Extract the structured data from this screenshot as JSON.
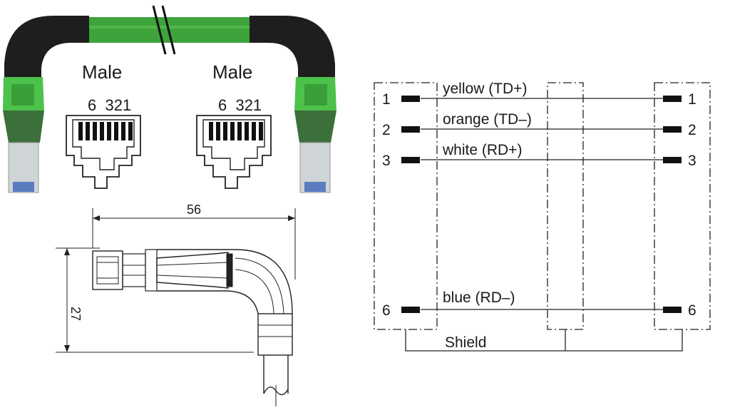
{
  "connectors": [
    {
      "label": "Male",
      "pin_labels": "6  321"
    },
    {
      "label": "Male",
      "pin_labels": "6  321"
    }
  ],
  "dimensions": {
    "length": "56",
    "height": "27"
  },
  "wiring": {
    "wires": [
      {
        "pin": "1",
        "label": "yellow (TD+)"
      },
      {
        "pin": "2",
        "label": "orange (TD–)"
      },
      {
        "pin": "3",
        "label": "white (RD+)"
      },
      {
        "pin": "6",
        "label": "blue (RD–)"
      }
    ],
    "shield_label": "Shield"
  },
  "colors": {
    "cable": "#3da33a",
    "boot": "#4cc24a",
    "jacket": "#1e1e1e",
    "line": "#222222"
  }
}
